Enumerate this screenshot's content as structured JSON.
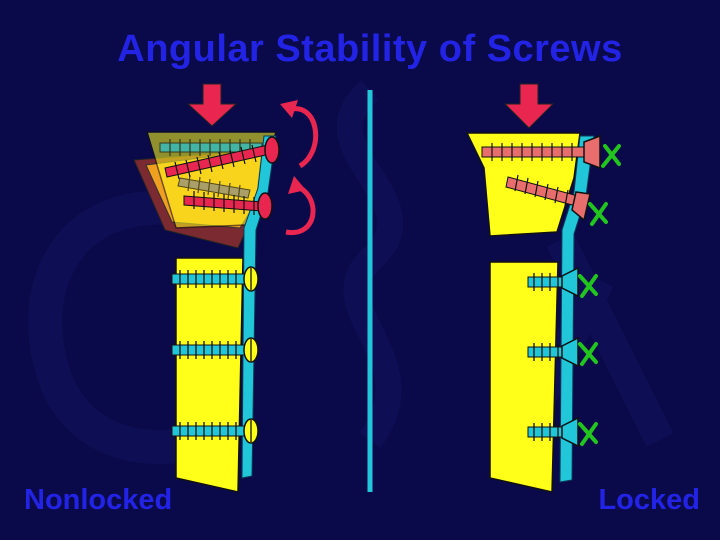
{
  "slide": {
    "title": "Angular Stability of Screws",
    "left_caption": "Nonlocked",
    "right_caption": "Locked"
  },
  "colors": {
    "background": "#0a0a4a",
    "text": "#2323e6",
    "bone": "#ffff1a",
    "plate": "#22c6d9",
    "screw_loose": "#e8264f",
    "screw_locked": "#e86e6e",
    "arrow": "#e8264f",
    "lock_mark": "#22c41e",
    "fragment": "#f0a020",
    "fragment_shadow": "#7a2a30",
    "divider": "#22c6d9"
  },
  "icons": [
    "load-arrow-icon",
    "rotation-arrow-icon",
    "lock-mark-icon"
  ]
}
